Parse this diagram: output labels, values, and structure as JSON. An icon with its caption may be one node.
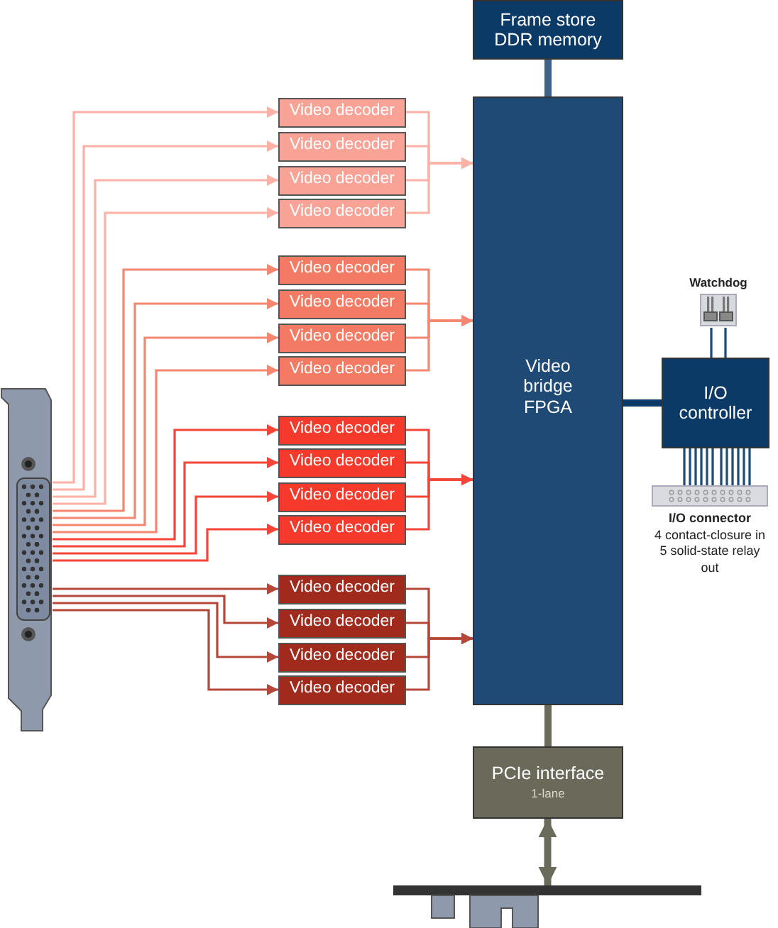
{
  "diagram": {
    "nodes": [
      {
        "text": [
          "Frame store DDR memory"
        ]
      },
      {
        "text": [
          "Video bridge FPGA"
        ]
      },
      {
        "text": [
          "Video decoder"
        ]
      },
      {
        "text": [
          "Video decoder"
        ]
      },
      {
        "text": [
          "Video decoder"
        ]
      },
      {
        "text": [
          "Video decoder"
        ]
      },
      {
        "text": [
          "Video decoder"
        ]
      },
      {
        "text": [
          "Video decoder"
        ]
      },
      {
        "text": [
          "Video decoder"
        ]
      },
      {
        "text": [
          "Video decoder"
        ]
      },
      {
        "text": [
          "Video decoder"
        ]
      },
      {
        "text": [
          "Video decoder"
        ]
      },
      {
        "text": [
          "Video decoder"
        ]
      },
      {
        "text": [
          "Video decoder"
        ]
      },
      {
        "text": [
          "Video decoder"
        ]
      },
      {
        "text": [
          "Video decoder"
        ]
      },
      {
        "text": [
          "Video decoder"
        ]
      },
      {
        "text": [
          "Video decoder"
        ]
      },
      {
        "text": [],
        "shape": "bracket"
      },
      {
        "text": [
          "Watchdog"
        ]
      },
      {
        "text": [
          "I/O controller"
        ]
      },
      {
        "text": [
          "I/O connector",
          "4 contact-closure in 5 solid-state relay out"
        ]
      },
      {
        "text": [
          "PCIe interface",
          "1-lane"
        ]
      },
      {
        "text": [],
        "shape": "bar"
      }
    ],
    "edges": [
      {
        "from": 0,
        "to": 1,
        "arrow": "none",
        "style": "thick",
        "color": "#3f6289"
      },
      {
        "from": 18,
        "to": 2,
        "arrow": "to",
        "color": "#fbb1a6"
      },
      {
        "from": 18,
        "to": 3,
        "arrow": "to",
        "color": "#fbb1a6"
      },
      {
        "from": 18,
        "to": 4,
        "arrow": "to",
        "color": "#fbb1a6"
      },
      {
        "from": 18,
        "to": 5,
        "arrow": "to",
        "color": "#fbb1a6"
      },
      {
        "from": 18,
        "to": 6,
        "arrow": "to",
        "color": "#f5866f"
      },
      {
        "from": 18,
        "to": 7,
        "arrow": "to",
        "color": "#f5866f"
      },
      {
        "from": 18,
        "to": 8,
        "arrow": "to",
        "color": "#f5866f"
      },
      {
        "from": 18,
        "to": 9,
        "arrow": "to",
        "color": "#f5866f"
      },
      {
        "from": 18,
        "to": 10,
        "arrow": "to",
        "color": "#f44536"
      },
      {
        "from": 18,
        "to": 11,
        "arrow": "to",
        "color": "#f44536"
      },
      {
        "from": 18,
        "to": 12,
        "arrow": "to",
        "color": "#f44536"
      },
      {
        "from": 18,
        "to": 13,
        "arrow": "to",
        "color": "#f44536"
      },
      {
        "from": 18,
        "to": 14,
        "arrow": "to",
        "color": "#b5463a"
      },
      {
        "from": 18,
        "to": 15,
        "arrow": "to",
        "color": "#b5463a"
      },
      {
        "from": 18,
        "to": 16,
        "arrow": "to",
        "color": "#b5463a"
      },
      {
        "from": 18,
        "to": 17,
        "arrow": "to",
        "color": "#b5463a"
      },
      {
        "from": 2,
        "to": 1,
        "arrow": "to",
        "color": "#fbb1a6"
      },
      {
        "from": 3,
        "to": 1,
        "arrow": "to",
        "color": "#fbb1a6"
      },
      {
        "from": 4,
        "to": 1,
        "arrow": "to",
        "color": "#fbb1a6"
      },
      {
        "from": 5,
        "to": 1,
        "arrow": "to",
        "color": "#fbb1a6"
      },
      {
        "from": 6,
        "to": 1,
        "arrow": "to",
        "color": "#f5866f"
      },
      {
        "from": 7,
        "to": 1,
        "arrow": "to",
        "color": "#f5866f"
      },
      {
        "from": 8,
        "to": 1,
        "arrow": "to",
        "color": "#f5866f"
      },
      {
        "from": 9,
        "to": 1,
        "arrow": "to",
        "color": "#f5866f"
      },
      {
        "from": 10,
        "to": 1,
        "arrow": "to",
        "color": "#f44536"
      },
      {
        "from": 11,
        "to": 1,
        "arrow": "to",
        "color": "#f44536"
      },
      {
        "from": 12,
        "to": 1,
        "arrow": "to",
        "color": "#f44536"
      },
      {
        "from": 13,
        "to": 1,
        "arrow": "to",
        "color": "#f44536"
      },
      {
        "from": 14,
        "to": 1,
        "arrow": "to",
        "color": "#b5463a"
      },
      {
        "from": 15,
        "to": 1,
        "arrow": "to",
        "color": "#b5463a"
      },
      {
        "from": 16,
        "to": 1,
        "arrow": "to",
        "color": "#b5463a"
      },
      {
        "from": 17,
        "to": 1,
        "arrow": "to",
        "color": "#b5463a"
      },
      {
        "from": 1,
        "to": 20,
        "arrow": "none",
        "style": "thick",
        "color": "#0b3a66"
      },
      {
        "from": 19,
        "to": 20,
        "arrow": "none",
        "color": "#1d4a78"
      },
      {
        "from": 20,
        "to": 21,
        "arrow": "none",
        "color": "#1d4a78"
      },
      {
        "from": 1,
        "to": 22,
        "arrow": "none",
        "style": "thick",
        "color": "#6b6b5c"
      },
      {
        "from": 22,
        "to": 23,
        "arrow": "both",
        "style": "thick",
        "color": "#6b6b5c"
      }
    ]
  }
}
